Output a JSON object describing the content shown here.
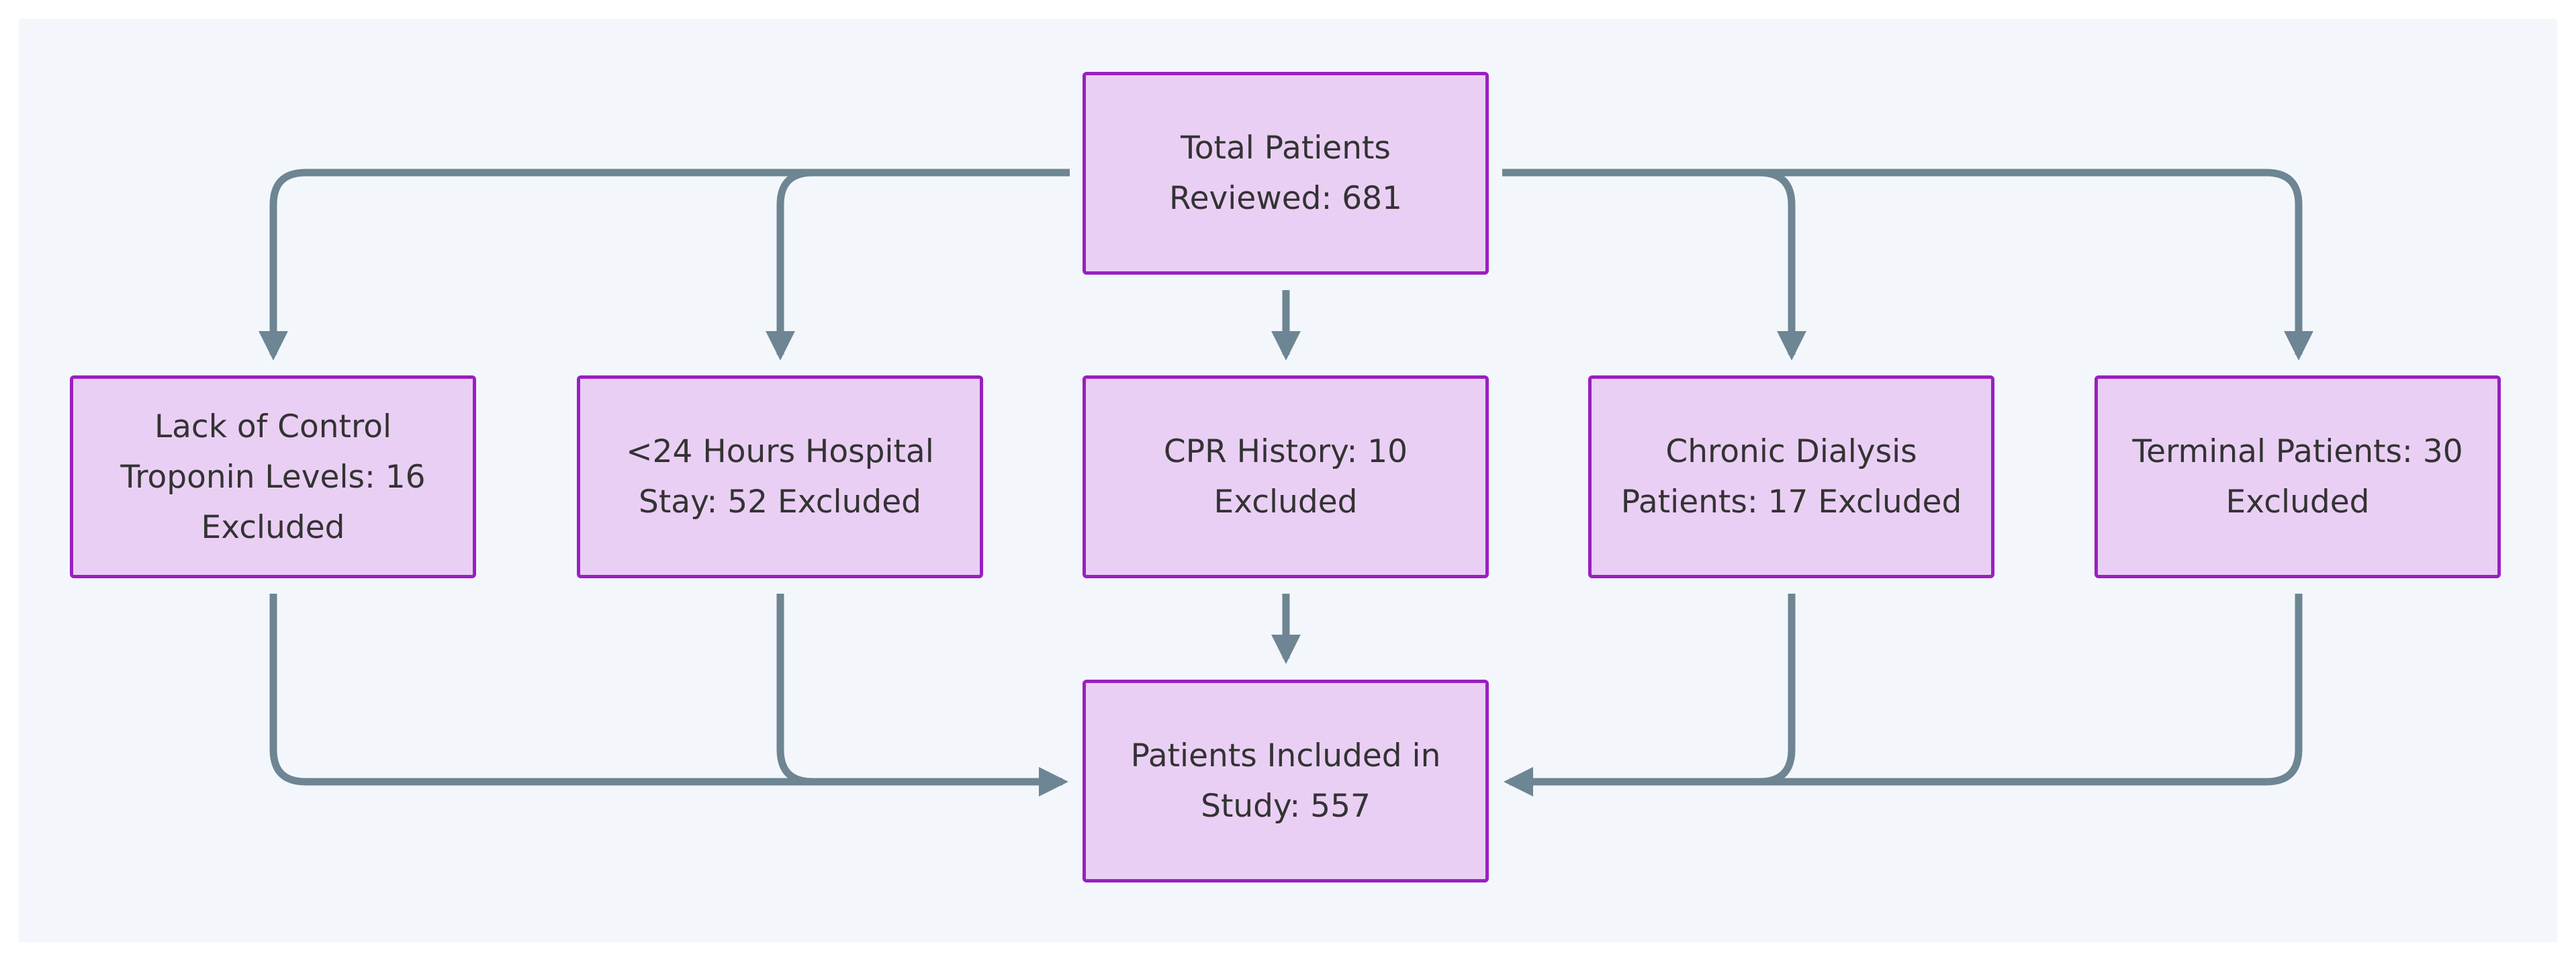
{
  "diagram": {
    "type": "flowchart",
    "colors": {
      "node_fill": "#eacff4",
      "node_border": "#9a1fc0",
      "edge": "#6e8593",
      "background": "#f3f7fb",
      "text": "#333333"
    },
    "nodes": {
      "total": "Total Patients Reviewed: 681",
      "troponin": "Lack of Control Troponin Levels: 16 Excluded",
      "stay": "<24 Hours Hospital Stay: 52 Excluded",
      "cpr": "CPR History: 10 Excluded",
      "dialysis": "Chronic Dialysis Patients: 17 Excluded",
      "terminal": "Terminal Patients: 30 Excluded",
      "included": "Patients Included in Study: 557"
    },
    "edges": [
      {
        "from": "total",
        "to": "troponin"
      },
      {
        "from": "total",
        "to": "stay"
      },
      {
        "from": "total",
        "to": "cpr"
      },
      {
        "from": "total",
        "to": "dialysis"
      },
      {
        "from": "total",
        "to": "terminal"
      },
      {
        "from": "troponin",
        "to": "included"
      },
      {
        "from": "stay",
        "to": "included"
      },
      {
        "from": "cpr",
        "to": "included"
      },
      {
        "from": "dialysis",
        "to": "included"
      },
      {
        "from": "terminal",
        "to": "included"
      }
    ]
  }
}
